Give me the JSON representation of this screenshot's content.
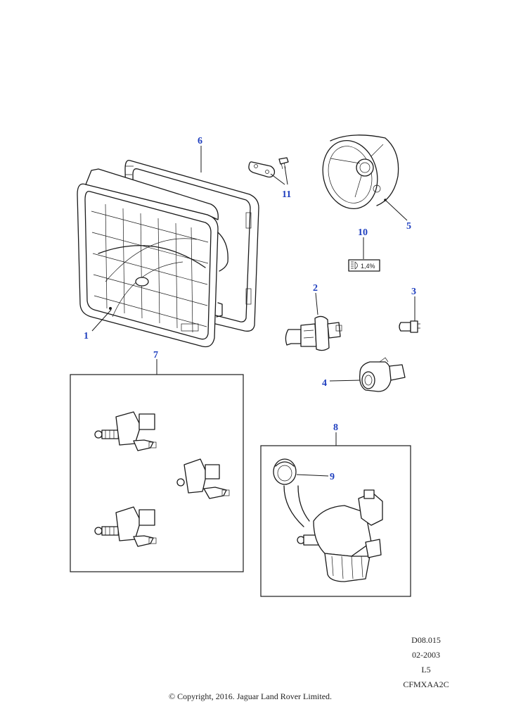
{
  "callouts": {
    "c1": "1",
    "c2": "2",
    "c3": "3",
    "c4": "4",
    "c5": "5",
    "c6": "6",
    "c7": "7",
    "c8": "8",
    "c9": "9",
    "c10": "10",
    "c11": "11"
  },
  "label_10_text": "1,4%",
  "footer": {
    "ref": "D08.015",
    "date": "02-2003",
    "rev": "L5",
    "code": "CFMXAA2C",
    "copyright": "© Copyright, 2016. Jaguar Land Rover Limited."
  },
  "colors": {
    "callout": "#1f3fbf",
    "line": "#1a1a1a"
  }
}
